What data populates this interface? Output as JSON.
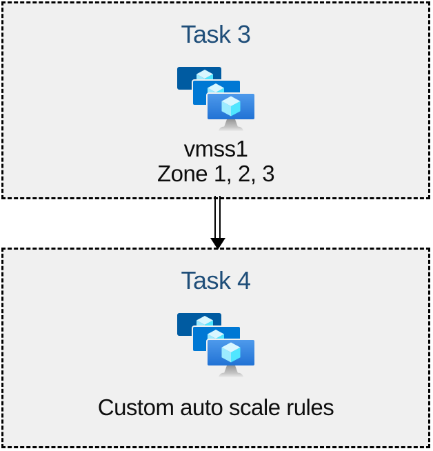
{
  "theme": {
    "page_bg": "#ffffff",
    "box_fill": "#f0f0f0",
    "box_border": "#000000",
    "title_color": "#1f4e79",
    "text_color": "#0d0d0d",
    "arrow_color": "#000000"
  },
  "icon_colors": {
    "monitor_back": "#005ba1",
    "monitor_middle": "#0078d4",
    "monitor_front_top": "#4f9bec",
    "monitor_front_bottom": "#2071d4",
    "cube_top": "#d9f7ff",
    "cube_left": "#9cebff",
    "cube_right": "#50e6ff",
    "stand_neck_top": "#969696",
    "stand_neck_bottom": "#c4c4c4",
    "stand_base_top": "#c0c0c0",
    "stand_base_bottom": "#ebebeb",
    "monitor_outline": "#f0f0f0"
  },
  "boxes": [
    {
      "id": "task3",
      "title": "Task 3",
      "icon": "vmss-icon",
      "lines": [
        "vmss1",
        "Zone 1, 2, 3"
      ]
    },
    {
      "id": "task4",
      "title": "Task 4",
      "icon": "vmss-icon",
      "lines": [
        "Custom auto scale rules"
      ]
    }
  ],
  "connector": {
    "style": "double-line",
    "direction": "down",
    "head": "solid-triangle",
    "from": "task3",
    "to": "task4"
  }
}
